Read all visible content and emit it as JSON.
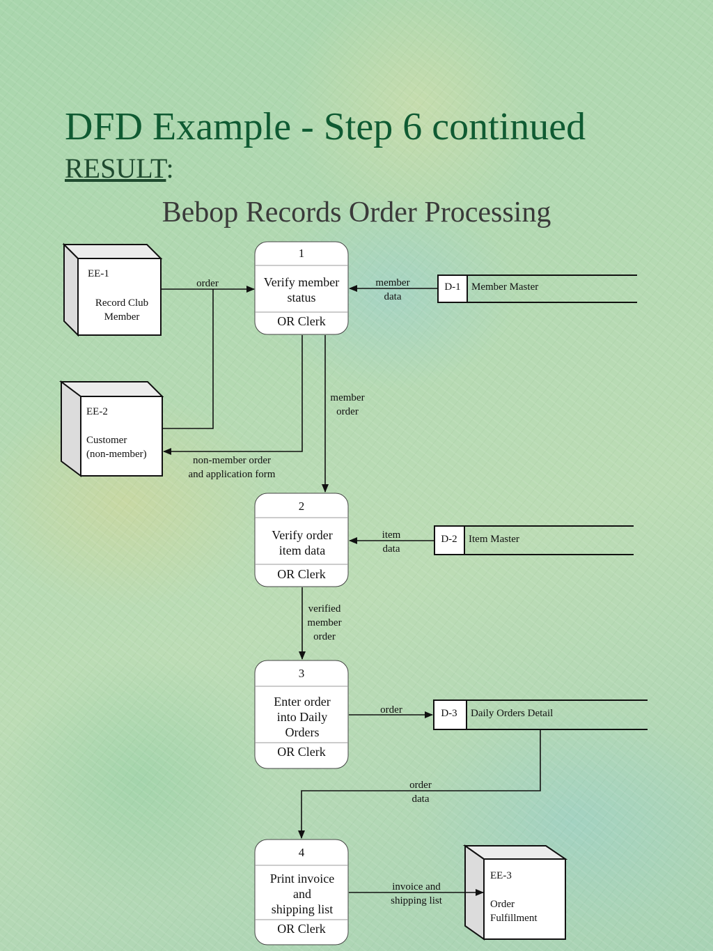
{
  "title": "DFD Example - Step 6 continued",
  "result": {
    "label": "RESULT",
    "suffix": ":"
  },
  "subtitle": "Bebop Records Order Processing",
  "externals": {
    "ee1": {
      "id": "EE-1",
      "name_lines": [
        "Record Club",
        "Member"
      ]
    },
    "ee2": {
      "id": "EE-2",
      "name_lines": [
        "Customer",
        "(non-member)"
      ]
    },
    "ee3": {
      "id": "EE-3",
      "name_lines": [
        "Order",
        "Fulfillment"
      ]
    }
  },
  "processes": {
    "p1": {
      "number": "1",
      "name_lines": [
        "Verify member",
        "status"
      ],
      "actor": "OR Clerk"
    },
    "p2": {
      "number": "2",
      "name_lines": [
        "Verify order",
        "item data"
      ],
      "actor": "OR Clerk"
    },
    "p3": {
      "number": "3",
      "name_lines": [
        "Enter order",
        "into Daily",
        "Orders"
      ],
      "actor": "OR Clerk"
    },
    "p4": {
      "number": "4",
      "name_lines": [
        "Print invoice",
        "and",
        "shipping list"
      ],
      "actor": "OR Clerk"
    }
  },
  "datastores": {
    "d1": {
      "id": "D-1",
      "name": "Member Master"
    },
    "d2": {
      "id": "D-2",
      "name": "Item Master"
    },
    "d3": {
      "id": "D-3",
      "name": "Daily Orders Detail"
    }
  },
  "flows": {
    "order_in": [
      "order"
    ],
    "member_data": [
      "member",
      "data"
    ],
    "member_order": [
      "member",
      "order"
    ],
    "nonmember": [
      "non-member order",
      "and application form"
    ],
    "item_data": [
      "item",
      "data"
    ],
    "verified": [
      "verified",
      "member",
      "order"
    ],
    "order_out": [
      "order"
    ],
    "order_data": [
      "order",
      "data"
    ],
    "invoice": [
      "invoice and",
      "shipping list"
    ]
  }
}
